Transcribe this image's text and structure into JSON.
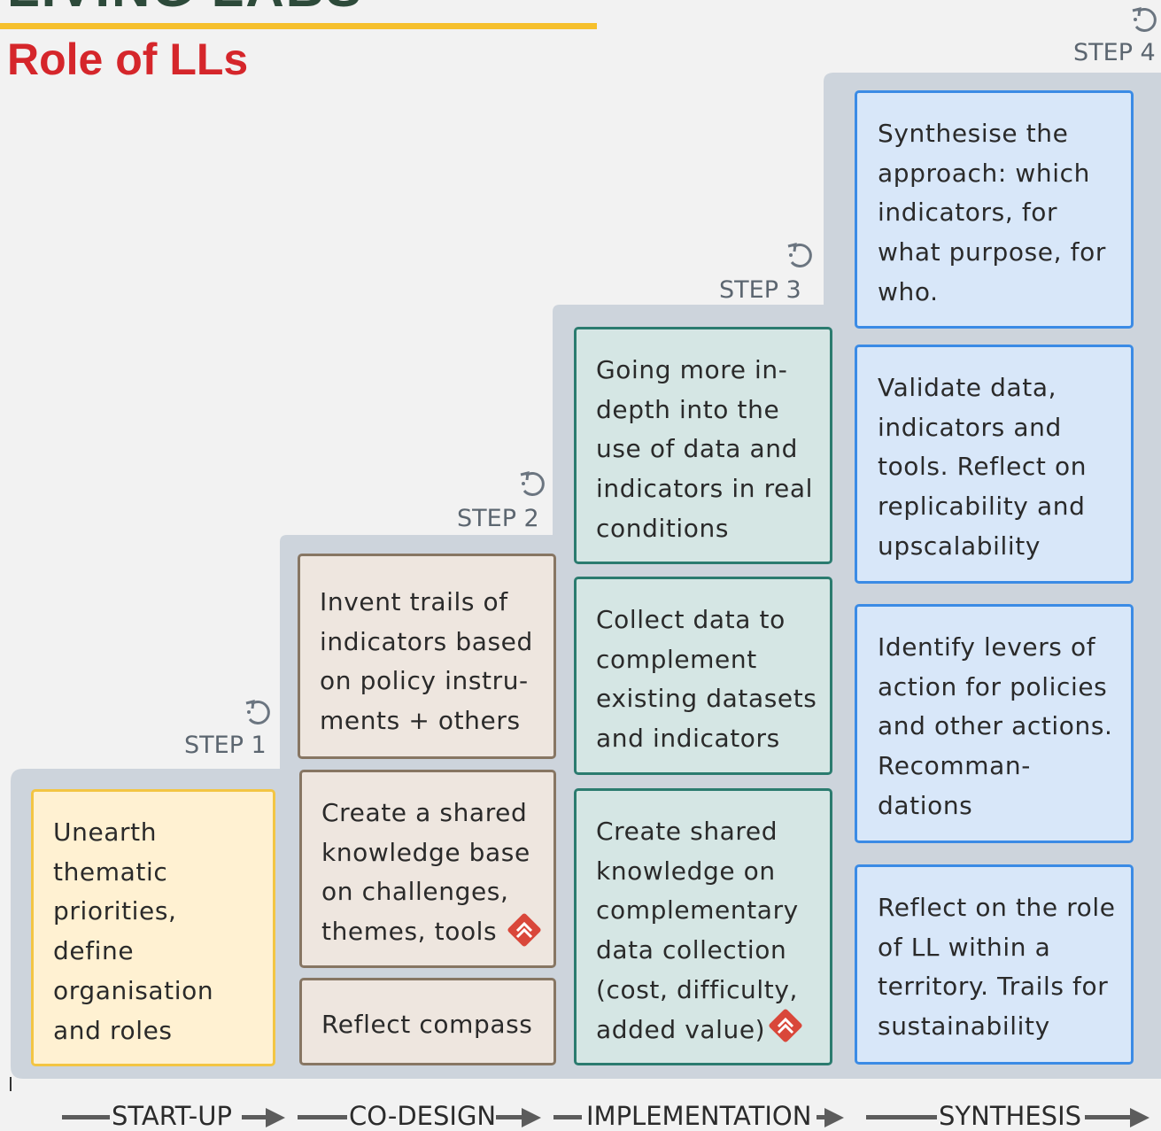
{
  "header": {
    "cut_title": "LIVING LABS",
    "title": "Role of LLs"
  },
  "steps": [
    {
      "label": "STEP 1",
      "icon": "refresh-icon"
    },
    {
      "label": "STEP 2",
      "icon": "refresh-icon"
    },
    {
      "label": "STEP 3",
      "icon": "refresh-icon"
    },
    {
      "label": "STEP 4",
      "icon": "refresh-icon"
    }
  ],
  "boxes": {
    "step1": [
      {
        "text": "Unearth\nthematic\npriorities,\ndefine\norganisation\nand roles"
      }
    ],
    "step2": [
      {
        "text": "Invent trails of\nindicators based\non policy instru-\nments + others"
      },
      {
        "text": "Create a shared\nknowledge base\non challenges,\nthemes, tools",
        "icon": "priority-diamond-icon"
      },
      {
        "text": "Reflect compass"
      }
    ],
    "step3": [
      {
        "text": "Going more in-\ndepth into the\nuse of data and\nindicators in real\nconditions"
      },
      {
        "text": "Collect data to\ncomplement\nexisting datasets\nand indicators"
      },
      {
        "text": "Create shared\nknowledge on\ncomplementary\ndata collection\n(cost, difficulty,\nadded value)",
        "icon": "priority-diamond-icon"
      }
    ],
    "step4": [
      {
        "text": "Synthesise the\napproach: which\nindicators, for\nwhat purpose, for\nwho."
      },
      {
        "text": "Validate data,\nindicators and\ntools. Reflect on\nreplicability and\nupscalability"
      },
      {
        "text": "Identify levers of\naction for policies\nand other actions.\nRecomman-\ndations"
      },
      {
        "text": "Reflect on the role\nof LL within a\nterritory. Trails for\nsustainability"
      }
    ]
  },
  "phases": [
    "START-UP",
    "CO-DESIGN",
    "IMPLEMENTATION",
    "SYNTHESIS"
  ],
  "colors": {
    "title_red": "#d5262b",
    "rule_yellow": "#f6c02c",
    "stairs_gray": "#cdd4dc",
    "step1_fill": "#fff1d2",
    "step2_fill": "#eee6df",
    "step3_fill": "#d5e6e4",
    "step4_fill": "#d8e7f9",
    "diamond_red": "#d9473a"
  }
}
